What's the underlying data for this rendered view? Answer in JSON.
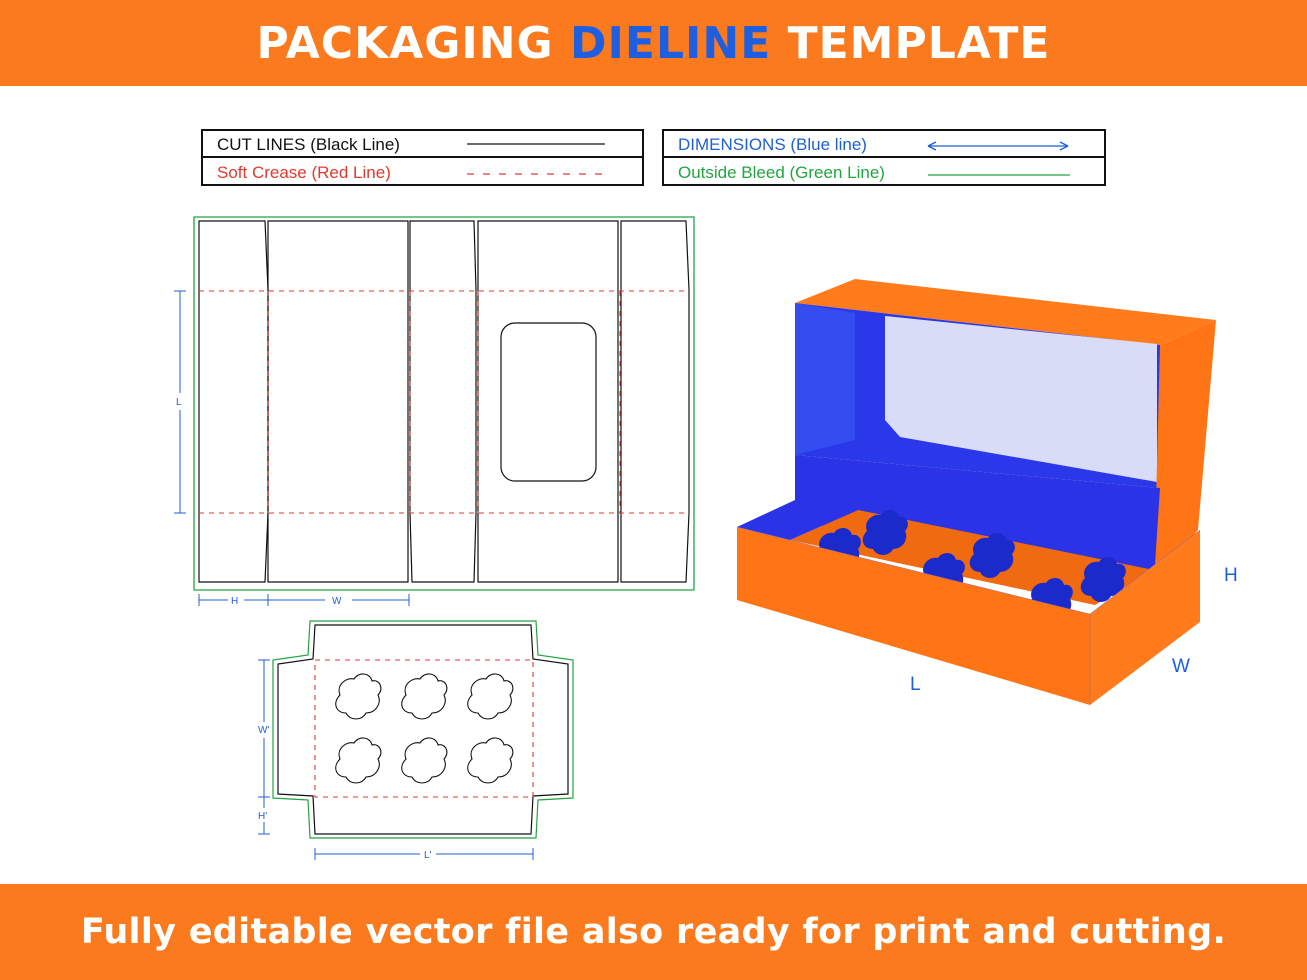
{
  "header": {
    "title_part1": "PACKAGING",
    "title_accent": "DIELINE",
    "title_part2": "TEMPLATE"
  },
  "legend": {
    "cut_lines": "CUT LINES (Black Line)",
    "soft_crease": "Soft Crease (Red Line)",
    "dimensions": "DIMENSIONS (Blue line)",
    "outside_bleed": "Outside Bleed (Green Line)"
  },
  "dieline_labels": {
    "length": "L",
    "height": "H",
    "width": "W",
    "insert_width": "W'",
    "insert_height": "H'",
    "insert_length": "L'"
  },
  "box_3d_labels": {
    "height": "H",
    "width": "W",
    "length": "L"
  },
  "colors": {
    "banner": "#fb7a1e",
    "accent_blue": "#1d5fe0",
    "cut": "#111111",
    "crease": "#e03a2e",
    "dimension": "#1f5fd6",
    "bleed": "#22a540",
    "box_orange": "#ff7415",
    "box_inner_blue": "#2a33e6"
  },
  "footer": {
    "tagline": "Fully editable vector file also ready for print and cutting."
  }
}
